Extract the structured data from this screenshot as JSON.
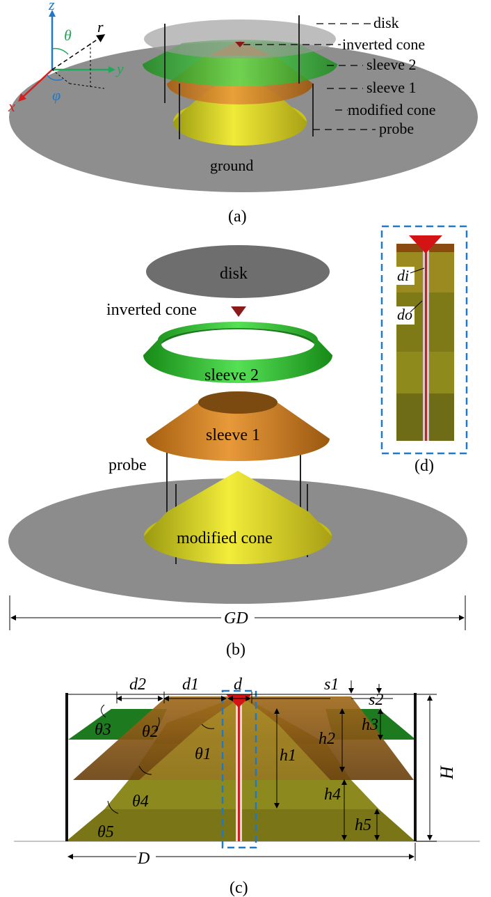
{
  "panel_a": {
    "caption": "(a)",
    "labels": {
      "disk": "disk",
      "inverted_cone": "inverted cone",
      "sleeve2": "sleeve 2",
      "sleeve1": "sleeve 1",
      "modified_cone": "modified cone",
      "probe": "probe",
      "ground": "ground"
    },
    "axes": {
      "z": "z",
      "y": "y",
      "x": "x",
      "r": "r",
      "theta": "θ",
      "phi": "φ"
    }
  },
  "panel_b": {
    "caption": "(b)",
    "labels": {
      "disk": "disk",
      "inverted_cone": "inverted cone",
      "sleeve2": "sleeve 2",
      "sleeve1": "sleeve 1",
      "probe": "probe",
      "modified_cone": "modified cone",
      "ground_diameter": "GD"
    }
  },
  "panel_c": {
    "caption": "(c)",
    "dims": {
      "d2": "d2",
      "d1": "d1",
      "d": "d",
      "s1": "s1",
      "s2": "s2",
      "theta3": "θ3",
      "theta2": "θ2",
      "theta1": "θ1",
      "theta4": "θ4",
      "theta5": "θ5",
      "h1": "h1",
      "h2": "h2",
      "h3": "h3",
      "h4": "h4",
      "h5": "h5",
      "H": "H",
      "D": "D"
    }
  },
  "panel_d": {
    "caption": "(d)",
    "labels": {
      "di": "di",
      "do": "do"
    }
  },
  "colors": {
    "ground": "#8c8c8c",
    "disk": "#707070",
    "inverted_cone": "#c01010",
    "sleeve2": "#22b322",
    "sleeve1": "#c27a1c",
    "modified_cone": "#d8d21e",
    "detail_box": "#1f78c8",
    "axis_z": "#1f78c8",
    "axis_y": "#22a65a",
    "axis_x": "#d42020"
  }
}
